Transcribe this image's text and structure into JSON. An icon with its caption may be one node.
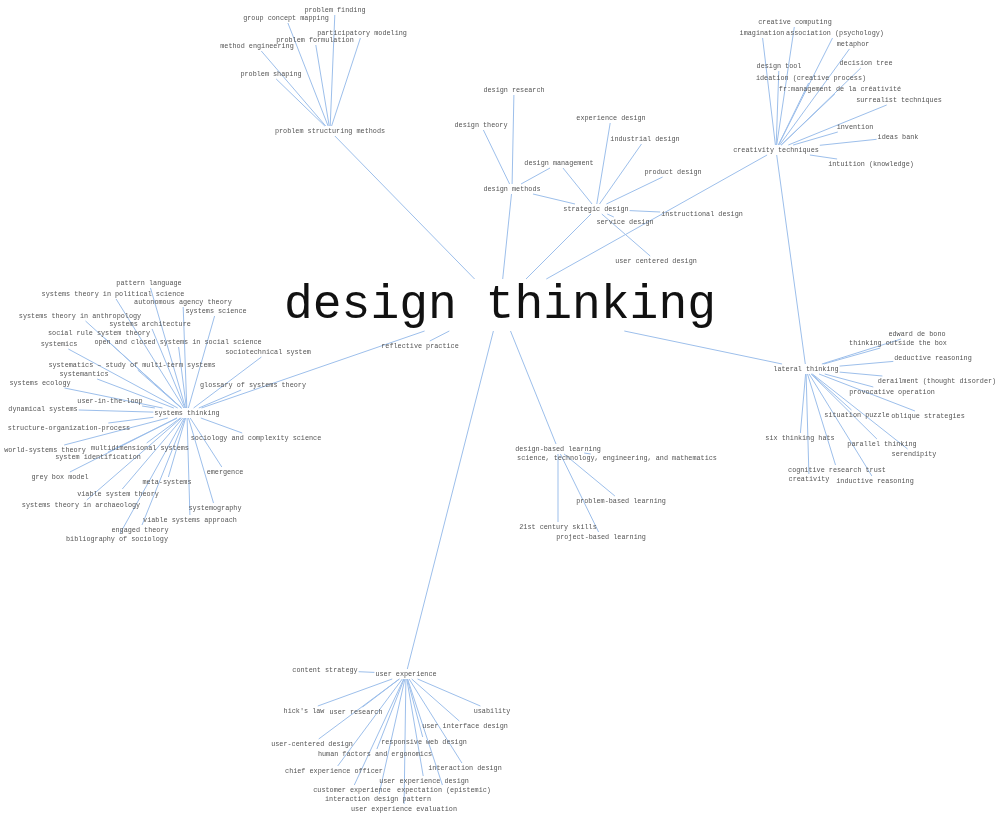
{
  "diagram": {
    "nodes": [
      {
        "text": [
          "design thinking"
        ]
      },
      {
        "text": [
          "problem structuring methods"
        ]
      },
      {
        "text": [
          "problem finding"
        ]
      },
      {
        "text": [
          "group concept mapping"
        ]
      },
      {
        "text": [
          "participatory modeling"
        ]
      },
      {
        "text": [
          "problem formulation"
        ]
      },
      {
        "text": [
          "method engineering"
        ]
      },
      {
        "text": [
          "problem shaping"
        ]
      },
      {
        "text": [
          "design methods"
        ]
      },
      {
        "text": [
          "design research"
        ]
      },
      {
        "text": [
          "design theory"
        ]
      },
      {
        "text": [
          "design management"
        ]
      },
      {
        "text": [
          "strategic design"
        ]
      },
      {
        "text": [
          "experience design"
        ]
      },
      {
        "text": [
          "industrial design"
        ]
      },
      {
        "text": [
          "product design"
        ]
      },
      {
        "text": [
          "service design"
        ]
      },
      {
        "text": [
          "instructional design"
        ]
      },
      {
        "text": [
          "user centered design"
        ]
      },
      {
        "text": [
          "creativity techniques"
        ]
      },
      {
        "text": [
          "imagination"
        ]
      },
      {
        "text": [
          "creative computing"
        ]
      },
      {
        "text": [
          "association (psychology)"
        ]
      },
      {
        "text": [
          "metaphor"
        ]
      },
      {
        "text": [
          "design tool"
        ]
      },
      {
        "text": [
          "ideation (creative process)"
        ]
      },
      {
        "text": [
          "fr:management de la créativité"
        ]
      },
      {
        "text": [
          "decision tree"
        ]
      },
      {
        "text": [
          "surrealist techniques"
        ]
      },
      {
        "text": [
          "invention"
        ]
      },
      {
        "text": [
          "ideas bank"
        ]
      },
      {
        "text": [
          "intuition (knowledge)"
        ]
      },
      {
        "text": [
          "systems thinking"
        ]
      },
      {
        "text": [
          "pattern language"
        ]
      },
      {
        "text": [
          "systems theory in political science"
        ]
      },
      {
        "text": [
          "autonomous agency theory"
        ]
      },
      {
        "text": [
          "systems science"
        ]
      },
      {
        "text": [
          "systems theory in anthropology"
        ]
      },
      {
        "text": [
          "systems architecture"
        ]
      },
      {
        "text": [
          "social rule system theory"
        ]
      },
      {
        "text": [
          "open and closed systems in social science"
        ]
      },
      {
        "text": [
          "sociotechnical system"
        ]
      },
      {
        "text": [
          "systemics"
        ]
      },
      {
        "text": [
          "systematics – study of multi-term systems"
        ]
      },
      {
        "text": [
          "systemantics"
        ]
      },
      {
        "text": [
          "systems ecology"
        ]
      },
      {
        "text": [
          "glossary of systems theory"
        ]
      },
      {
        "text": [
          "dynamical systems"
        ]
      },
      {
        "text": [
          "user-in-the-loop"
        ]
      },
      {
        "text": [
          "structure-organization-process"
        ]
      },
      {
        "text": [
          "sociology and complexity science"
        ]
      },
      {
        "text": [
          "world-systems theory"
        ]
      },
      {
        "text": [
          "multidimensional systems"
        ]
      },
      {
        "text": [
          "system identification"
        ]
      },
      {
        "text": [
          "grey box model"
        ]
      },
      {
        "text": [
          "emergence"
        ]
      },
      {
        "text": [
          "meta-systems"
        ]
      },
      {
        "text": [
          "viable system theory"
        ]
      },
      {
        "text": [
          "systems theory in archaeology"
        ]
      },
      {
        "text": [
          "systemography"
        ]
      },
      {
        "text": [
          "viable systems approach"
        ]
      },
      {
        "text": [
          "engaged theory"
        ]
      },
      {
        "text": [
          "bibliography of sociology"
        ]
      },
      {
        "text": [
          "reflective practice"
        ]
      },
      {
        "text": [
          "lateral thinking"
        ]
      },
      {
        "text": [
          "edward de bono"
        ]
      },
      {
        "text": [
          "thinking outside the box"
        ]
      },
      {
        "text": [
          "deductive reasoning"
        ]
      },
      {
        "text": [
          "derailment (thought disorder)"
        ]
      },
      {
        "text": [
          "provocative operation"
        ]
      },
      {
        "text": [
          "situation puzzle"
        ]
      },
      {
        "text": [
          "oblique strategies"
        ]
      },
      {
        "text": [
          "six thinking hats"
        ]
      },
      {
        "text": [
          "parallel thinking"
        ]
      },
      {
        "text": [
          "serendipity"
        ]
      },
      {
        "text": [
          "cognitive research trust"
        ]
      },
      {
        "text": [
          "creativity"
        ]
      },
      {
        "text": [
          "inductive reasoning"
        ]
      },
      {
        "text": [
          "design-based learning"
        ]
      },
      {
        "text": [
          "science, technology, engineering, and mathematics"
        ]
      },
      {
        "text": [
          "problem-based learning"
        ]
      },
      {
        "text": [
          "21st century skills"
        ]
      },
      {
        "text": [
          "project-based learning"
        ]
      },
      {
        "text": [
          "user experience"
        ]
      },
      {
        "text": [
          "content strategy"
        ]
      },
      {
        "text": [
          "hick's law"
        ]
      },
      {
        "text": [
          "user research"
        ]
      },
      {
        "text": [
          "usability"
        ]
      },
      {
        "text": [
          "user interface design"
        ]
      },
      {
        "text": [
          "user-centered design"
        ]
      },
      {
        "text": [
          "responsive web design"
        ]
      },
      {
        "text": [
          "human factors and ergonomics"
        ]
      },
      {
        "text": [
          "chief experience officer"
        ]
      },
      {
        "text": [
          "interaction design"
        ]
      },
      {
        "text": [
          "user experience design"
        ]
      },
      {
        "text": [
          "customer experience"
        ]
      },
      {
        "text": [
          "expectation (epistemic)"
        ]
      },
      {
        "text": [
          "interaction design pattern"
        ]
      },
      {
        "text": [
          "user experience evaluation"
        ]
      }
    ],
    "edges": [
      {
        "from": 0,
        "to": 1,
        "arrow": "none"
      },
      {
        "from": 0,
        "to": 8,
        "arrow": "none"
      },
      {
        "from": 0,
        "to": 12,
        "arrow": "none"
      },
      {
        "from": 0,
        "to": 19,
        "arrow": "none"
      },
      {
        "from": 0,
        "to": 32,
        "arrow": "none"
      },
      {
        "from": 0,
        "to": 63,
        "arrow": "none"
      },
      {
        "from": 0,
        "to": 64,
        "arrow": "none"
      },
      {
        "from": 0,
        "to": 78,
        "arrow": "none"
      },
      {
        "from": 0,
        "to": 83,
        "arrow": "none"
      },
      {
        "from": 1,
        "to": 2,
        "arrow": "none"
      },
      {
        "from": 1,
        "to": 3,
        "arrow": "none"
      },
      {
        "from": 1,
        "to": 4,
        "arrow": "none"
      },
      {
        "from": 1,
        "to": 5,
        "arrow": "none"
      },
      {
        "from": 1,
        "to": 6,
        "arrow": "none"
      },
      {
        "from": 1,
        "to": 7,
        "arrow": "none"
      },
      {
        "from": 8,
        "to": 9,
        "arrow": "none"
      },
      {
        "from": 8,
        "to": 10,
        "arrow": "none"
      },
      {
        "from": 8,
        "to": 11,
        "arrow": "none"
      },
      {
        "from": 8,
        "to": 12,
        "arrow": "none"
      },
      {
        "from": 12,
        "to": 11,
        "arrow": "none"
      },
      {
        "from": 12,
        "to": 13,
        "arrow": "none"
      },
      {
        "from": 12,
        "to": 14,
        "arrow": "none"
      },
      {
        "from": 12,
        "to": 15,
        "arrow": "none"
      },
      {
        "from": 12,
        "to": 16,
        "arrow": "none"
      },
      {
        "from": 12,
        "to": 17,
        "arrow": "none"
      },
      {
        "from": 12,
        "to": 18,
        "arrow": "none"
      },
      {
        "from": 19,
        "to": 20,
        "arrow": "none"
      },
      {
        "from": 19,
        "to": 21,
        "arrow": "none"
      },
      {
        "from": 19,
        "to": 22,
        "arrow": "none"
      },
      {
        "from": 19,
        "to": 23,
        "arrow": "none"
      },
      {
        "from": 19,
        "to": 24,
        "arrow": "none"
      },
      {
        "from": 19,
        "to": 25,
        "arrow": "none"
      },
      {
        "from": 19,
        "to": 26,
        "arrow": "none"
      },
      {
        "from": 19,
        "to": 27,
        "arrow": "none"
      },
      {
        "from": 19,
        "to": 28,
        "arrow": "none"
      },
      {
        "from": 19,
        "to": 29,
        "arrow": "none"
      },
      {
        "from": 19,
        "to": 30,
        "arrow": "none"
      },
      {
        "from": 19,
        "to": 31,
        "arrow": "none"
      },
      {
        "from": 19,
        "to": 64,
        "arrow": "none"
      },
      {
        "from": 32,
        "to": 33,
        "arrow": "none"
      },
      {
        "from": 32,
        "to": 34,
        "arrow": "none"
      },
      {
        "from": 32,
        "to": 35,
        "arrow": "none"
      },
      {
        "from": 32,
        "to": 36,
        "arrow": "none"
      },
      {
        "from": 32,
        "to": 37,
        "arrow": "none"
      },
      {
        "from": 32,
        "to": 38,
        "arrow": "none"
      },
      {
        "from": 32,
        "to": 39,
        "arrow": "none"
      },
      {
        "from": 32,
        "to": 40,
        "arrow": "none"
      },
      {
        "from": 32,
        "to": 41,
        "arrow": "none"
      },
      {
        "from": 32,
        "to": 42,
        "arrow": "none"
      },
      {
        "from": 32,
        "to": 43,
        "arrow": "none"
      },
      {
        "from": 32,
        "to": 44,
        "arrow": "none"
      },
      {
        "from": 32,
        "to": 45,
        "arrow": "none"
      },
      {
        "from": 32,
        "to": 46,
        "arrow": "none"
      },
      {
        "from": 32,
        "to": 47,
        "arrow": "none"
      },
      {
        "from": 32,
        "to": 48,
        "arrow": "none"
      },
      {
        "from": 32,
        "to": 49,
        "arrow": "none"
      },
      {
        "from": 32,
        "to": 50,
        "arrow": "none"
      },
      {
        "from": 32,
        "to": 51,
        "arrow": "none"
      },
      {
        "from": 32,
        "to": 52,
        "arrow": "none"
      },
      {
        "from": 32,
        "to": 53,
        "arrow": "none"
      },
      {
        "from": 32,
        "to": 54,
        "arrow": "none"
      },
      {
        "from": 32,
        "to": 55,
        "arrow": "none"
      },
      {
        "from": 32,
        "to": 56,
        "arrow": "none"
      },
      {
        "from": 32,
        "to": 57,
        "arrow": "none"
      },
      {
        "from": 32,
        "to": 58,
        "arrow": "none"
      },
      {
        "from": 32,
        "to": 59,
        "arrow": "none"
      },
      {
        "from": 32,
        "to": 60,
        "arrow": "none"
      },
      {
        "from": 32,
        "to": 61,
        "arrow": "none"
      },
      {
        "from": 32,
        "to": 62,
        "arrow": "none"
      },
      {
        "from": 64,
        "to": 65,
        "arrow": "none"
      },
      {
        "from": 64,
        "to": 66,
        "arrow": "none"
      },
      {
        "from": 64,
        "to": 67,
        "arrow": "none"
      },
      {
        "from": 64,
        "to": 68,
        "arrow": "none"
      },
      {
        "from": 64,
        "to": 69,
        "arrow": "none"
      },
      {
        "from": 64,
        "to": 70,
        "arrow": "none"
      },
      {
        "from": 64,
        "to": 71,
        "arrow": "none"
      },
      {
        "from": 64,
        "to": 72,
        "arrow": "none"
      },
      {
        "from": 64,
        "to": 73,
        "arrow": "none"
      },
      {
        "from": 64,
        "to": 74,
        "arrow": "none"
      },
      {
        "from": 64,
        "to": 75,
        "arrow": "none"
      },
      {
        "from": 64,
        "to": 76,
        "arrow": "none"
      },
      {
        "from": 64,
        "to": 77,
        "arrow": "none"
      },
      {
        "from": 78,
        "to": 79,
        "arrow": "none"
      },
      {
        "from": 78,
        "to": 80,
        "arrow": "none"
      },
      {
        "from": 78,
        "to": 81,
        "arrow": "none"
      },
      {
        "from": 78,
        "to": 82,
        "arrow": "none"
      },
      {
        "from": 83,
        "to": 84,
        "arrow": "none"
      },
      {
        "from": 83,
        "to": 85,
        "arrow": "none"
      },
      {
        "from": 83,
        "to": 86,
        "arrow": "none"
      },
      {
        "from": 83,
        "to": 87,
        "arrow": "none"
      },
      {
        "from": 83,
        "to": 88,
        "arrow": "none"
      },
      {
        "from": 83,
        "to": 89,
        "arrow": "none"
      },
      {
        "from": 83,
        "to": 90,
        "arrow": "none"
      },
      {
        "from": 83,
        "to": 91,
        "arrow": "none"
      },
      {
        "from": 83,
        "to": 92,
        "arrow": "none"
      },
      {
        "from": 83,
        "to": 93,
        "arrow": "none"
      },
      {
        "from": 83,
        "to": 94,
        "arrow": "none"
      },
      {
        "from": 83,
        "to": 95,
        "arrow": "none"
      },
      {
        "from": 83,
        "to": 96,
        "arrow": "none"
      },
      {
        "from": 83,
        "to": 97,
        "arrow": "none"
      },
      {
        "from": 83,
        "to": 98,
        "arrow": "none"
      }
    ]
  }
}
